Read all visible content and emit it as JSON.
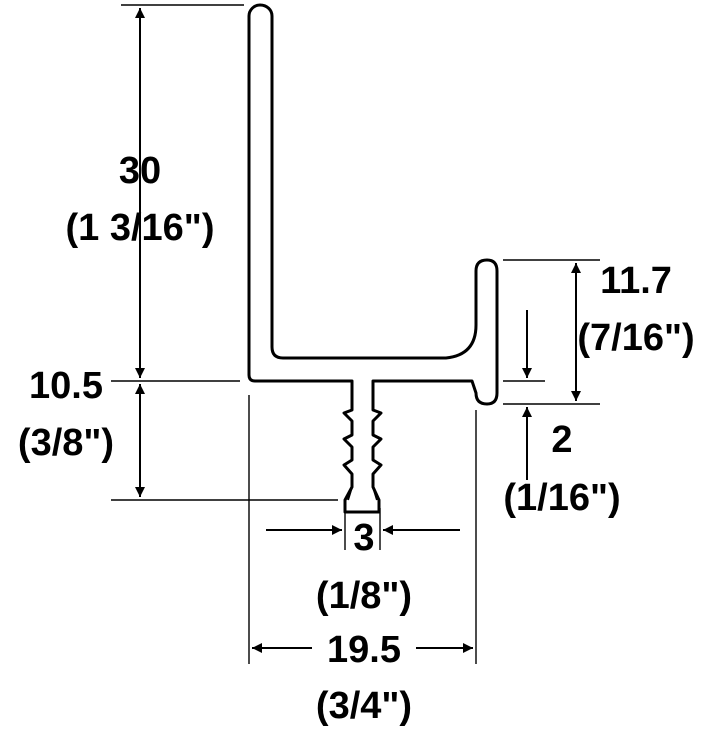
{
  "dimensions": [
    {
      "id": "height-total",
      "value": "30",
      "inch": "(1 3/16\")"
    },
    {
      "id": "height-base",
      "value": "10.5",
      "inch": "(3/8\")"
    },
    {
      "id": "height-lip",
      "value": "11.7",
      "inch": "(7/16\")"
    },
    {
      "id": "lip-thickness",
      "value": "2",
      "inch": "(1/16\")"
    },
    {
      "id": "tongue-width",
      "value": "3",
      "inch": "(1/8\")"
    },
    {
      "id": "width-total",
      "value": "19.5",
      "inch": "(3/4\")"
    }
  ],
  "colors": {
    "ink": "#000000",
    "paper": "#ffffff"
  }
}
